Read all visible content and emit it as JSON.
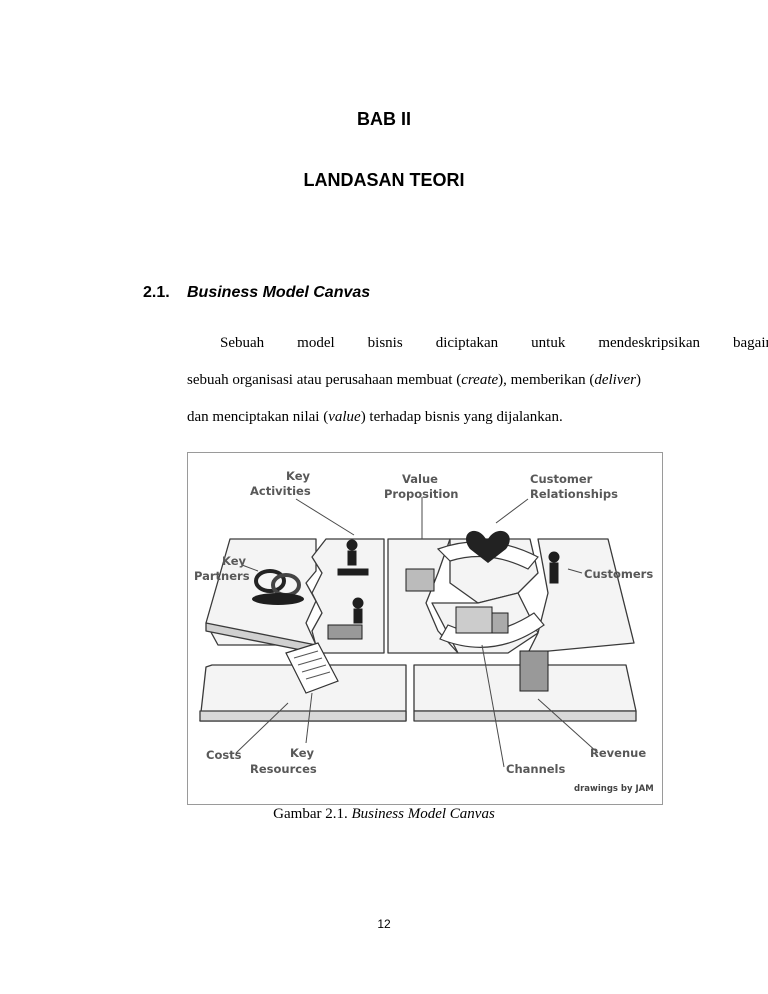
{
  "chapter": {
    "number_label": "BAB II",
    "title": "LANDASAN TEORI"
  },
  "section": {
    "number": "2.1.",
    "title": "Business Model Canvas"
  },
  "paragraph": {
    "line1_words": [
      "Sebuah",
      "model",
      "bisnis",
      "diciptakan",
      "untuk",
      "mendeskripsikan",
      "bagaimana"
    ],
    "line2": {
      "a": "sebuah organisasi atau perusahaan membuat (",
      "create": "create",
      "b": "), memberikan (",
      "deliver": "deliver",
      "c": ")"
    },
    "line3": {
      "a": "dan menciptakan nilai (",
      "value": "value",
      "b": ") terhadap bisnis yang dijalankan."
    }
  },
  "figure": {
    "labels": {
      "key_activities": [
        "Key",
        "Activities"
      ],
      "value_proposition": [
        "Value",
        "Proposition"
      ],
      "customer_relationships": [
        "Customer",
        "Relationships"
      ],
      "key_partners": [
        "Key",
        "Partners"
      ],
      "customers": "Customers",
      "costs": "Costs",
      "key_resources": [
        "Key",
        "Resources"
      ],
      "channels": "Channels",
      "revenue": "Revenue"
    },
    "credit": "drawings by JAM",
    "caption_prefix": "Gambar 2.1. ",
    "caption_title": "Business Model Canvas"
  },
  "page_number": "12"
}
